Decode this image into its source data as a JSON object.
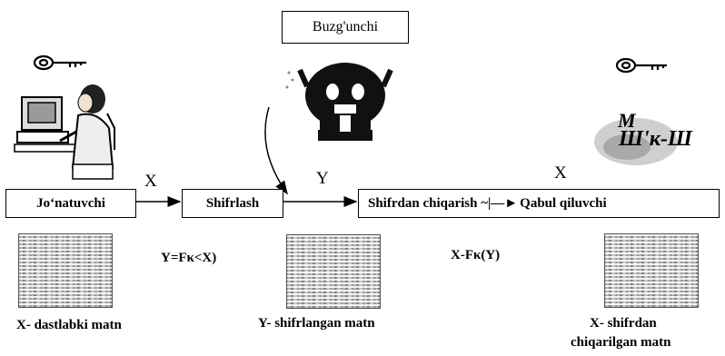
{
  "attacker": {
    "label": "Buzg'unchi"
  },
  "blocks": {
    "sender": "Jo‘natuvchi",
    "encrypt": "Shifrlash",
    "decrypt": "Shifrdan chiqarish ~|—►",
    "receiver": "Qabul qiluvchi"
  },
  "arrow_labels": {
    "x1": "X",
    "y": "Y",
    "x2": "X"
  },
  "formulas": {
    "encrypt": "Y=Fκ<X)",
    "decrypt": "X-Fκ(Y)"
  },
  "captions": {
    "plain": "X- dastlabki matn",
    "cipher": "Y- shifrlangan matn",
    "decrypted_line1": "X-  shifrdan",
    "decrypted_line2": "chiqarilgan matn"
  },
  "key_glyph": {
    "letter": "M",
    "text": "Ш'к-Ш"
  },
  "icons": [
    "key-icon",
    "computer-user-icon",
    "attacker-icon",
    "key-icon",
    "decryption-key-icon",
    "document-icon"
  ]
}
